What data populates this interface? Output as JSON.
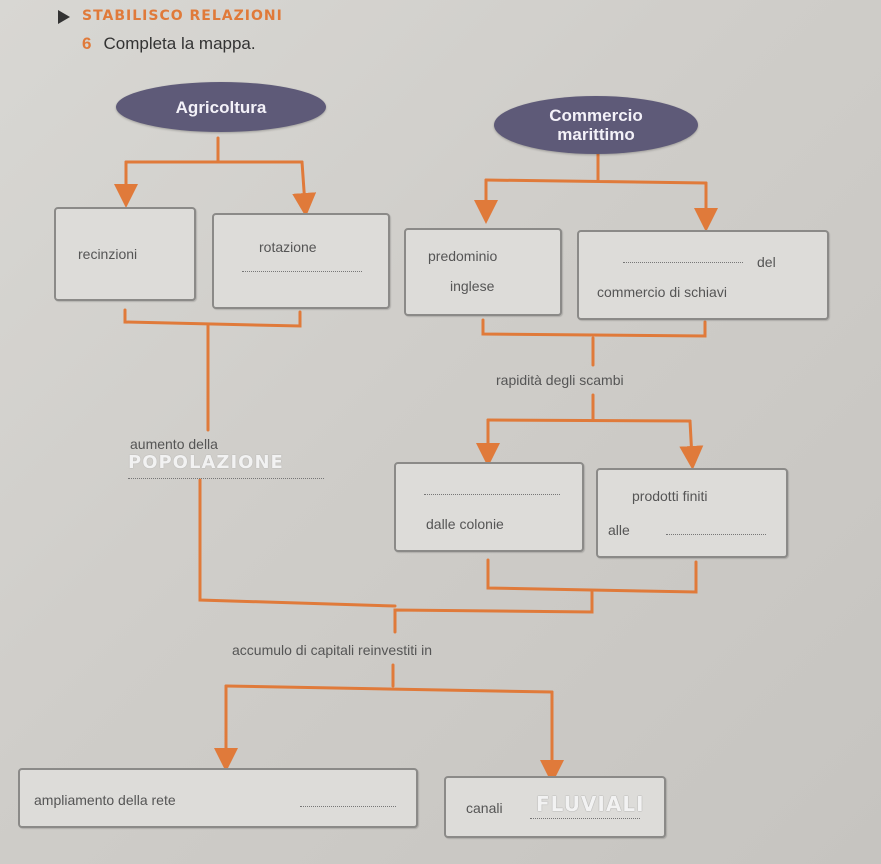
{
  "header": {
    "section_title": "STABILISCO RELAZIONI",
    "exercise_number": "6",
    "instruction": "Completa la mappa."
  },
  "map": {
    "agricoltura": "Agricoltura",
    "commercio_line1": "Commercio",
    "commercio_line2": "marittimo",
    "recinzioni": "recinzioni",
    "rotazione": "rotazione",
    "predominio_line1": "predominio",
    "predominio_line2": "inglese",
    "del": "del",
    "commercio_schiavi": "commercio di schiavi",
    "rapidita": "rapidità degli scambi",
    "aumento_della": "aumento della",
    "handwritten_answer": "POPOLAZIONE",
    "dalle_colonie": "dalle colonie",
    "prodotti_finiti": "prodotti finiti",
    "alle": "alle",
    "accumulo": "accumulo di capitali reinvestiti in",
    "ampliamento": "ampliamento della rete",
    "canali": "canali",
    "handwritten_canali": "FLUVIALI"
  },
  "colors": {
    "accent": "#e07a3a",
    "oval": "#5e5a78",
    "box_border": "#8b8a88"
  }
}
